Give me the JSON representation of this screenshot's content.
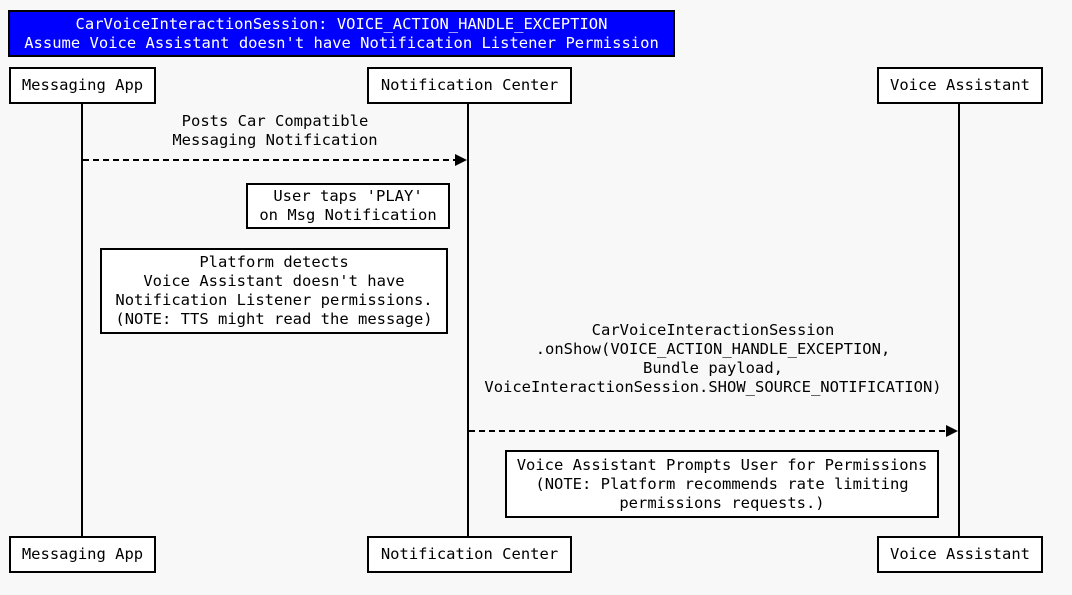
{
  "diagram_type": "sequence-diagram",
  "title": {
    "line1": "CarVoiceInteractionSession: VOICE_ACTION_HANDLE_EXCEPTION",
    "line2": "Assume Voice Assistant doesn't have Notification Listener Permission",
    "bg_color": "#0000FF",
    "text_color": "#FFFFFF"
  },
  "actors": [
    {
      "label": "Messaging App"
    },
    {
      "label": "Notification Center"
    },
    {
      "label": "Voice Assistant"
    }
  ],
  "messages": [
    {
      "from": "Messaging App",
      "to": "Notification Center",
      "arrow_style": "dashed",
      "lines": [
        "Posts Car Compatible",
        "Messaging Notification"
      ]
    },
    {
      "from": "Notification Center",
      "to": "Voice Assistant",
      "arrow_style": "dashed",
      "lines": [
        "CarVoiceInteractionSession",
        ".onShow(VOICE_ACTION_HANDLE_EXCEPTION,",
        "Bundle payload,",
        "VoiceInteractionSession.SHOW_SOURCE_NOTIFICATION)"
      ]
    }
  ],
  "notes": [
    {
      "lines": [
        "User taps 'PLAY'",
        "on Msg Notification"
      ]
    },
    {
      "lines": [
        "Platform detects",
        "Voice Assistant doesn't have",
        "Notification Listener permissions.",
        "(NOTE: TTS might read the message)"
      ]
    },
    {
      "lines": [
        "Voice Assistant Prompts User for Permissions",
        "(NOTE: Platform recommends rate limiting",
        "permissions requests.)"
      ]
    }
  ],
  "colors": {
    "background": "#F8F8F8",
    "line": "#000000",
    "box_background": "#FFFFFF",
    "box_border": "#000000",
    "title_background": "#0000FF",
    "title_text": "#FFFFFF"
  }
}
